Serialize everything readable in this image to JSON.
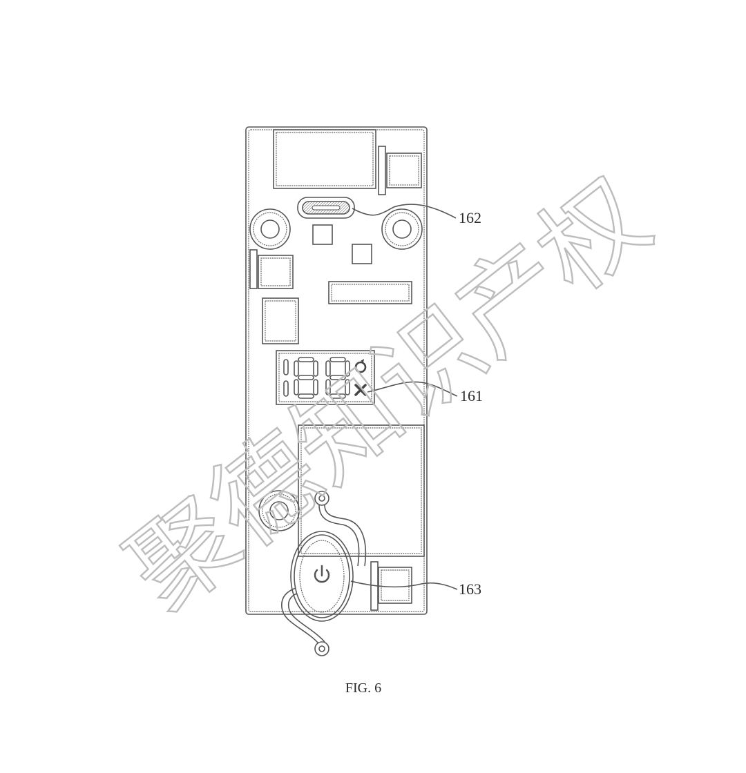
{
  "figure": {
    "caption": "FIG. 6",
    "callouts": [
      {
        "id": "usb-port",
        "label": "162"
      },
      {
        "id": "display",
        "label": "161"
      },
      {
        "id": "power-button",
        "label": "163"
      }
    ],
    "display": {
      "digits": "188"
    },
    "watermark": "聚德知识产权"
  },
  "colors": {
    "line": "#555555",
    "watermark": "#bdbdbd",
    "background": "#ffffff"
  }
}
